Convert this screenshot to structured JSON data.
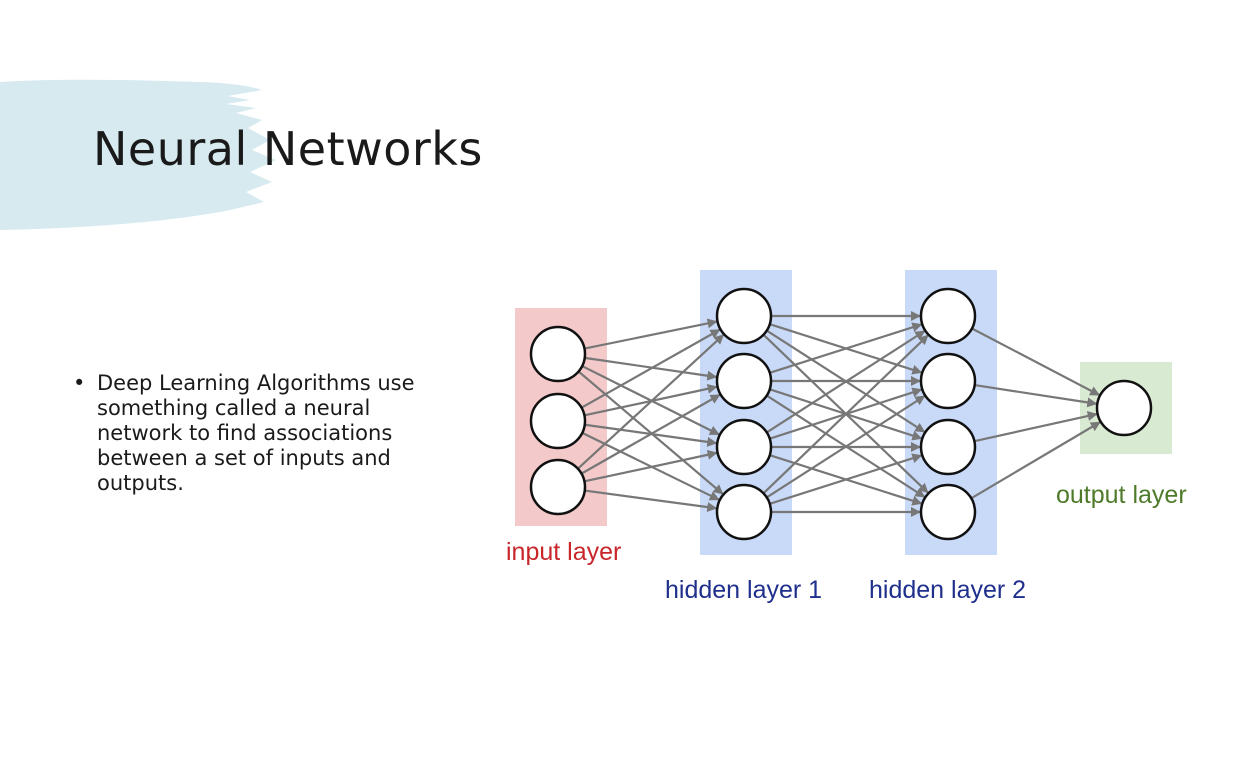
{
  "slide": {
    "title": "Neural Networks",
    "bullets": [
      "Deep Learning Algorithms use something called a neural network to find associations between a set of inputs and outputs."
    ]
  },
  "diagram": {
    "layers": [
      {
        "id": "input",
        "label": "input layer",
        "nodes": 3,
        "color": "#c8262b",
        "fill": "#f3c9c9"
      },
      {
        "id": "hidden1",
        "label": "hidden layer 1",
        "nodes": 4,
        "color": "#1f2f8c",
        "fill": "#c9daf8"
      },
      {
        "id": "hidden2",
        "label": "hidden layer 2",
        "nodes": 4,
        "color": "#1f2f8c",
        "fill": "#c9daf8"
      },
      {
        "id": "output",
        "label": "output layer",
        "nodes": 1,
        "color": "#4e7a2a",
        "fill": "#d9ead3"
      }
    ],
    "edge_color": "#777777",
    "brush_color": "#d6eaf0"
  }
}
